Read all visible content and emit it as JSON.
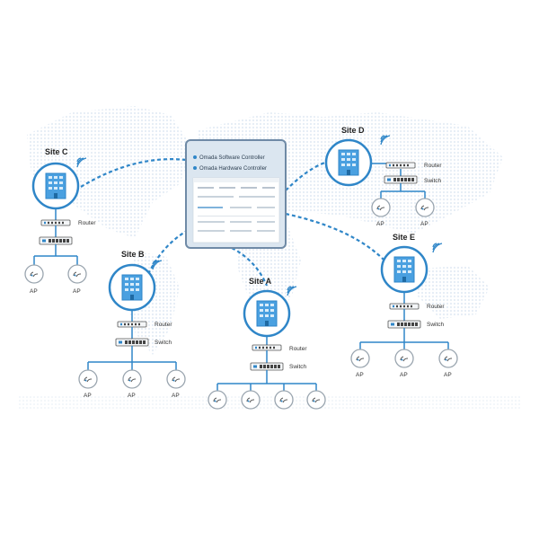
{
  "controller": {
    "items": [
      "Omada Software Controller",
      "Omada Hardware Controller"
    ]
  },
  "labels": {
    "router": "Router",
    "switch": "Switch",
    "ap": "AP"
  },
  "sites": {
    "a": {
      "title": "Site A"
    },
    "b": {
      "title": "Site B"
    },
    "c": {
      "title": "Site C"
    },
    "d": {
      "title": "Site D"
    },
    "e": {
      "title": "Site E"
    }
  },
  "colors": {
    "primary": "#2f86c8",
    "link": "#2f86c8",
    "map_dot": "#e2ebf4",
    "controller_border": "#6f8aa6",
    "controller_bg": "#dbe6f0"
  }
}
